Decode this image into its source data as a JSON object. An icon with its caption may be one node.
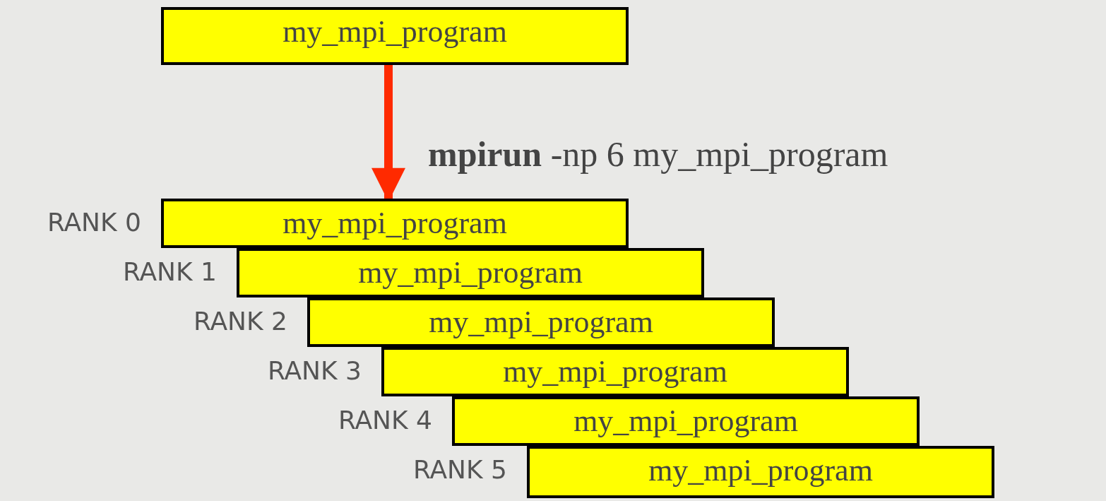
{
  "diagram": {
    "nodes": [
      {
        "text": [
          "my_mpi_program"
        ]
      },
      {
        "text": [
          "my_mpi_program"
        ],
        "beside": [
          "RANK 0"
        ]
      },
      {
        "text": [
          "my_mpi_program"
        ],
        "beside": [
          "RANK 1"
        ]
      },
      {
        "text": [
          "my_mpi_program"
        ],
        "beside": [
          "RANK 2"
        ]
      },
      {
        "text": [
          "my_mpi_program"
        ],
        "beside": [
          "RANK 3"
        ]
      },
      {
        "text": [
          "my_mpi_program"
        ],
        "beside": [
          "RANK 4"
        ]
      },
      {
        "text": [
          "my_mpi_program"
        ],
        "beside": [
          "RANK 5"
        ]
      }
    ],
    "edges": [
      {
        "from": 0,
        "to": 1,
        "arrow": "to",
        "label": "**mpirun** -np 6 my_mpi_program",
        "color": "#ff2a00"
      }
    ]
  }
}
